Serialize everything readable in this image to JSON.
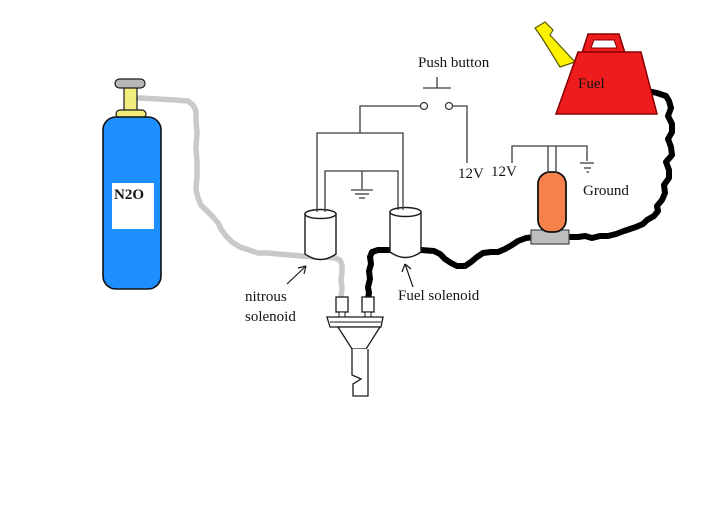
{
  "labels": {
    "bottle": "N2O",
    "push_button": "Push button",
    "switch_supply_12v": "12V",
    "pump_supply_12v": "12V",
    "pump_ground": "Ground",
    "fuel_can": "Fuel",
    "nitrous_solenoid_line1": "nitrous",
    "nitrous_solenoid_line2": "solenoid",
    "fuel_solenoid": "Fuel solenoid"
  },
  "colors": {
    "bottle_blue": "#1E8FFF",
    "n2o_red": "#EE1111",
    "valve_yellow": "#F2EE7D",
    "cap_gray": "#B8B8B8",
    "can_red": "#EE1C1C",
    "can_outline": "#8B0000",
    "spout_yellow": "#FFF200",
    "pump_orange": "#F4824A",
    "pump_base_gray": "#BEBEBE",
    "hose_gray": "#C9C9C9",
    "fuel_line_black": "#000000",
    "wire_black": "#3c3c3c"
  }
}
